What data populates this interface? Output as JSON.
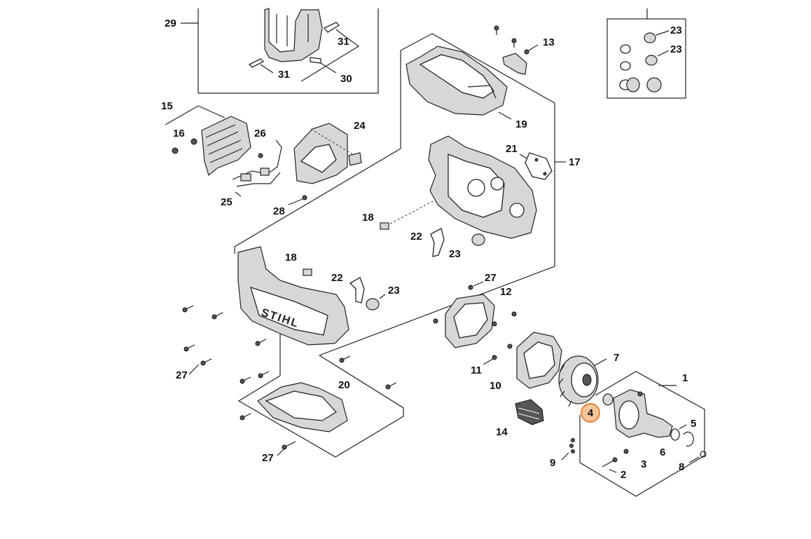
{
  "diagram": {
    "brand_mark": "STIHL",
    "highlighted_callout": "4",
    "highlight_color": "#f6c59a",
    "highlight_border": "#e8833a",
    "callouts": {
      "c29": "29",
      "c31a": "31",
      "c31b": "31",
      "c30": "30",
      "c13": "13",
      "c19": "19",
      "c17": "17",
      "c21": "21",
      "c23a": "23",
      "c23b": "23",
      "c15": "15",
      "c16": "16",
      "c26": "26",
      "c24": "24",
      "c25": "25",
      "c28": "28",
      "c18a": "18",
      "c22a": "22",
      "c23c": "23",
      "c18b": "18",
      "c22b": "22",
      "c23d": "23",
      "c27a": "27",
      "c12": "12",
      "c27b": "27",
      "c11": "11",
      "c10": "10",
      "c7": "7",
      "c1": "1",
      "c4": "4",
      "c5": "5",
      "c6": "6",
      "c14": "14",
      "c20": "20",
      "c27c": "27",
      "c9": "9",
      "c3": "3",
      "c2": "2",
      "c8": "8"
    }
  }
}
